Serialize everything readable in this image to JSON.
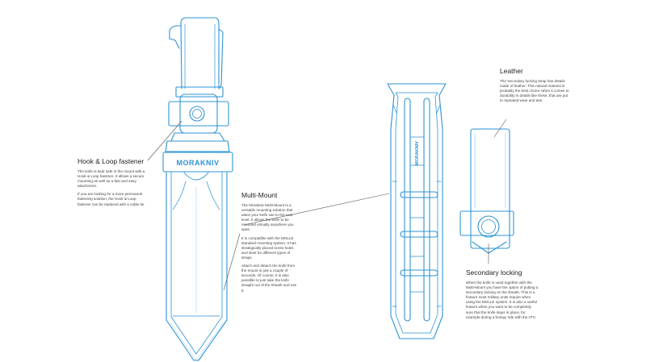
{
  "brand": {
    "sheath_logo": "MORAKNIV",
    "mount_logo": "MORAKNIV"
  },
  "colors": {
    "line": "#2e93d4",
    "leader": "#555555",
    "text": "#222222",
    "background": "#ffffff"
  },
  "callouts": {
    "hook_loop": {
      "title": "Hook & Loop fastener",
      "p1": "The knife is kept safe in the mount with a Hook & Loop fastener. It allows a secure mounting as well as a fast and easy attachment.",
      "p2": "If you are looking for a more permanent fastening solution, the Hook & Loop fastener can be replaced with a cable tie."
    },
    "multi_mount": {
      "title": "Multi-Mount",
      "p1": "The Morakniv Multi-Mount is a versatile mounting solution that takes your knife use to the next level. It allows the knife to be mounted virtually anywhere you want.",
      "p2": "It is compatible with the MOLLE standard mounting system. It has strategically placed screw holes and slots for different types of straps.",
      "p3": "Attach and detach the knife from the mount in just a couple of seconds. Of course, it is also possible to just take the knife straight out of the sheath and use it."
    },
    "leather": {
      "title": "Leather",
      "p1": "The secondary locking strap has details made of leather. This natural material is probably the best choice when it comes to durability in details like these, that are put to repeated wear and tear."
    },
    "secondary_locking": {
      "title": "Secondary locking",
      "p1": "When the knife is used together with the Multi-Mount you have the option of putting a secondary locking on the sheath. This is a feature most military units require when using the MOLLE system. It is also a useful feature when you want to be completely sure that the knife stays in place, for example during a bumpy ride with the ATV."
    }
  }
}
